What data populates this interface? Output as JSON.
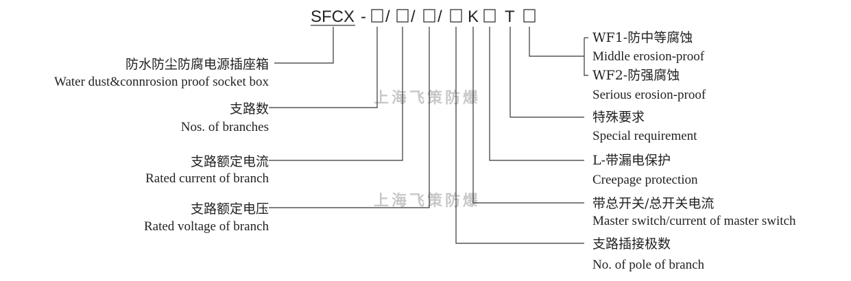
{
  "model_code": {
    "prefix": "SFCX",
    "dash": "-",
    "slash": "/",
    "k": "K",
    "t": "T"
  },
  "watermark": "上海飞策防爆",
  "left_labels": [
    {
      "zh": "防水防尘防腐电源插座箱",
      "en": "Water dust&connrosion proof socket box"
    },
    {
      "zh": "支路数",
      "en": "Nos. of branches"
    },
    {
      "zh": "支路额定电流",
      "en": "Rated current of branch"
    },
    {
      "zh": "支路额定电压",
      "en": "Rated voltage of branch"
    }
  ],
  "right_labels": [
    {
      "zh": "WF1-防中等腐蚀",
      "en": "Middle erosion-proof"
    },
    {
      "zh": "WF2-防强腐蚀",
      "en": "Serious erosion-proof"
    },
    {
      "zh": "特殊要求",
      "en": "Special requirement"
    },
    {
      "zh": "L-带漏电保护",
      "en": "Creepage protection"
    },
    {
      "zh": "带总开关/总开关电流",
      "en": "Master switch/current of master switch"
    },
    {
      "zh": "支路插接极数",
      "en": "No. of pole of branch"
    }
  ]
}
